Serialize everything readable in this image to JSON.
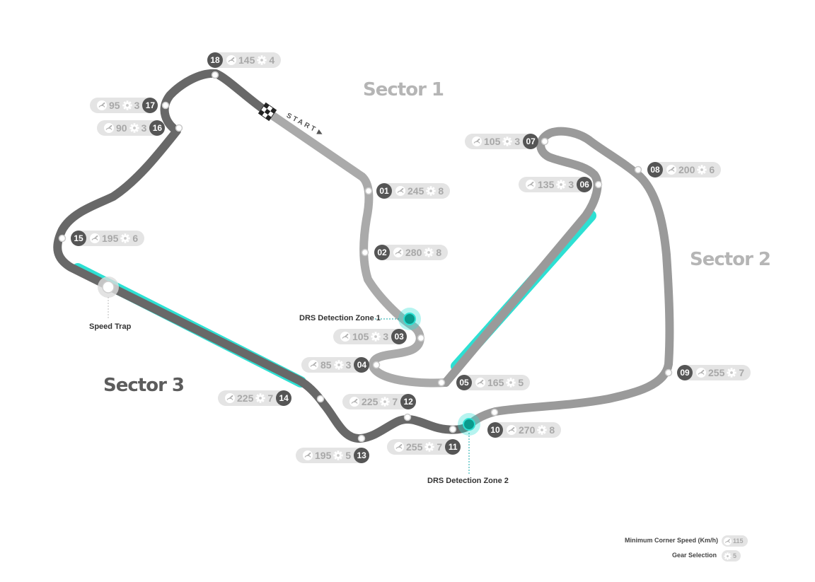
{
  "map": {
    "start_label": "START",
    "start_arrow": "▶",
    "sectors": [
      {
        "label": "Sector 1",
        "color": "#b5b5b5"
      },
      {
        "label": "Sector 2",
        "color": "#b5b5b5"
      },
      {
        "label": "Sector 3",
        "color": "#5c5c5c"
      }
    ],
    "colors": {
      "sector1_track": "#aaaaaa",
      "sector2_track": "#9a9a9a",
      "sector3_track": "#686868",
      "drs": "#2de0d3",
      "detection_dot": "#0a9a8c",
      "number_badge": "#555555",
      "pill_bg": "#e4e4e4",
      "pill_text": "#a8a8a8"
    },
    "labels": {
      "drs_zone_1": "DRS Detection Zone 1",
      "drs_zone_2": "DRS Detection Zone 2",
      "speed_trap": "Speed Trap"
    },
    "corners": [
      {
        "number": "01",
        "speed": "245",
        "gear": "8"
      },
      {
        "number": "02",
        "speed": "280",
        "gear": "8"
      },
      {
        "number": "03",
        "speed": "105",
        "gear": "3"
      },
      {
        "number": "04",
        "speed": "85",
        "gear": "3"
      },
      {
        "number": "05",
        "speed": "165",
        "gear": "5"
      },
      {
        "number": "06",
        "speed": "135",
        "gear": "3"
      },
      {
        "number": "07",
        "speed": "105",
        "gear": "3"
      },
      {
        "number": "08",
        "speed": "200",
        "gear": "6"
      },
      {
        "number": "09",
        "speed": "255",
        "gear": "7"
      },
      {
        "number": "10",
        "speed": "270",
        "gear": "8"
      },
      {
        "number": "11",
        "speed": "255",
        "gear": "7"
      },
      {
        "number": "12",
        "speed": "225",
        "gear": "7"
      },
      {
        "number": "13",
        "speed": "195",
        "gear": "5"
      },
      {
        "number": "14",
        "speed": "225",
        "gear": "7"
      },
      {
        "number": "15",
        "speed": "195",
        "gear": "6"
      },
      {
        "number": "16",
        "speed": "90",
        "gear": "3"
      },
      {
        "number": "17",
        "speed": "95",
        "gear": "3"
      },
      {
        "number": "18",
        "speed": "145",
        "gear": "4"
      }
    ],
    "legend": {
      "speed_label": "Minimum Corner Speed (Km/h)",
      "speed_example": "115",
      "gear_label": "Gear Selection",
      "gear_example": "5"
    },
    "icons": {
      "speed": "speedometer-icon",
      "gear": "gear-icon",
      "flag": "checkered-flag-icon"
    }
  }
}
